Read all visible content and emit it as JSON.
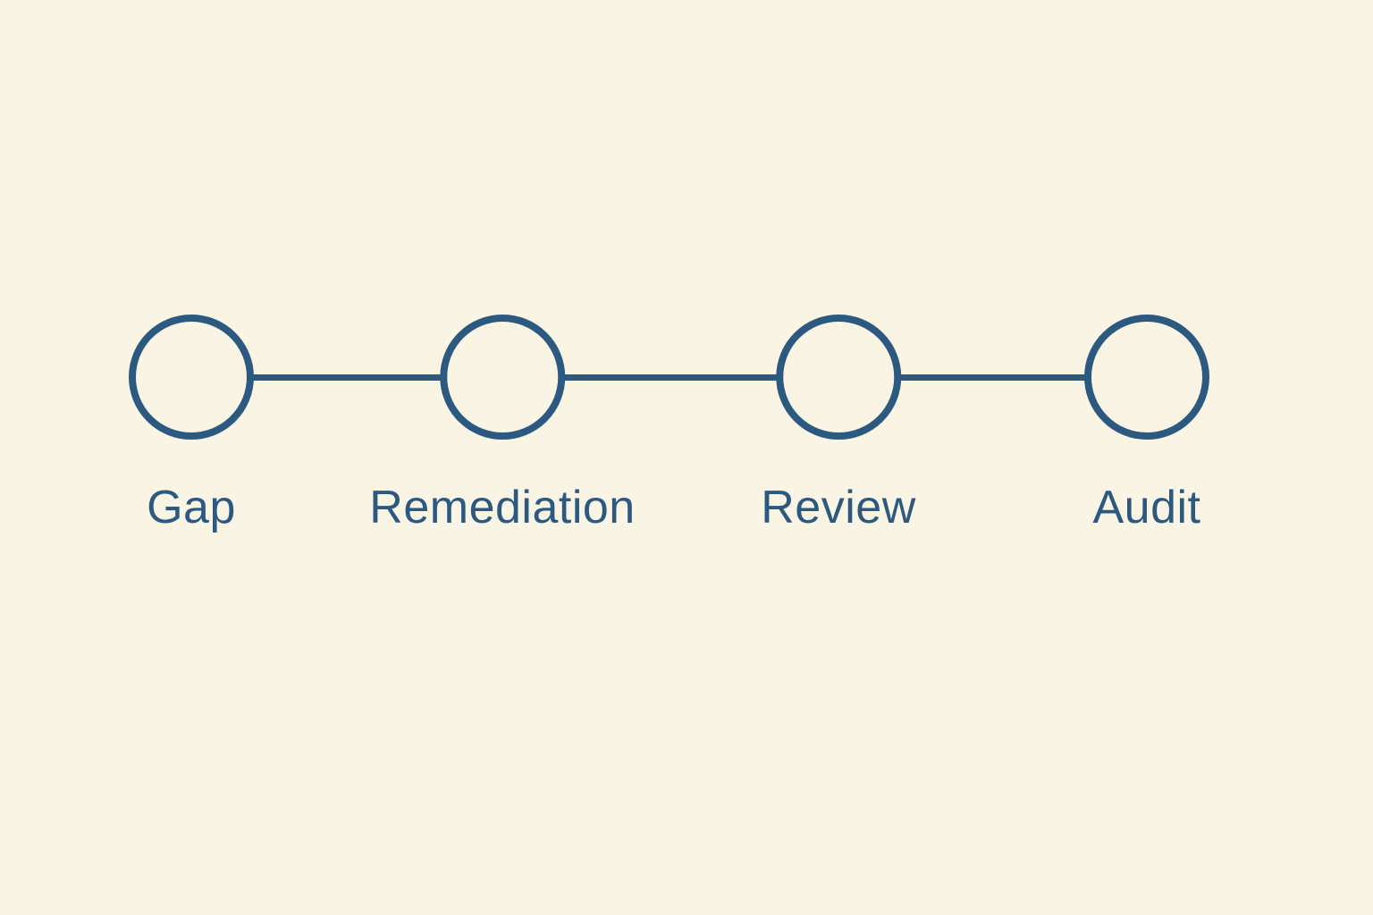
{
  "diagram": {
    "type": "process-timeline",
    "steps": [
      {
        "label": "Gap"
      },
      {
        "label": "Remediation"
      },
      {
        "label": "Review"
      },
      {
        "label": "Audit"
      }
    ],
    "colors": {
      "background": "#FAF4E4",
      "stroke": "#2B5980"
    }
  }
}
